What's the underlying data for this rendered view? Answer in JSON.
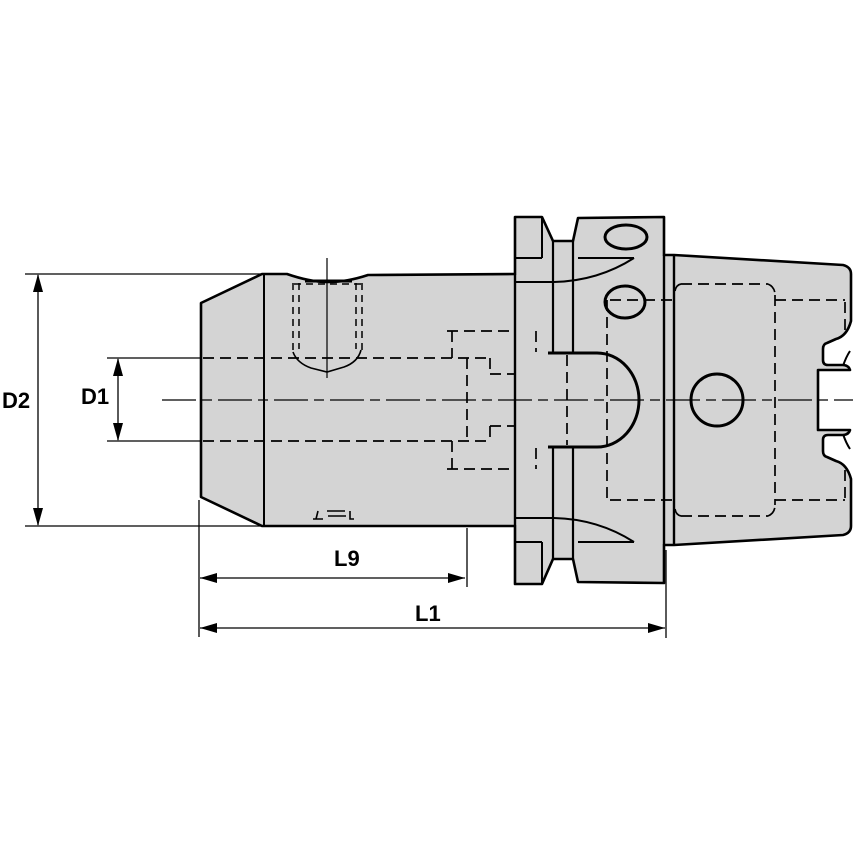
{
  "drawing": {
    "title": "toolholder-side-view-technical-drawing",
    "dimension_labels": {
      "outer_diameter": "D2",
      "bore_diameter": "D1",
      "usable_length": "L9",
      "overall_length": "L1"
    },
    "colors": {
      "part_fill": "#d4d4d4",
      "line": "#000000",
      "background": "#ffffff",
      "hole_fill": "#ffffff"
    }
  }
}
